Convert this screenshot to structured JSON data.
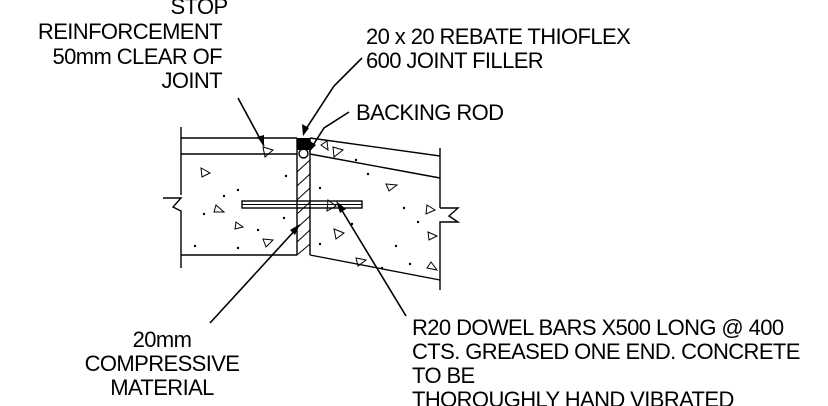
{
  "labels": {
    "stop_reinforcement": [
      "STOP",
      "REINFORCEMENT",
      "50mm CLEAR OF",
      "JOINT"
    ],
    "rebate": [
      "20 x 20 REBATE THIOFLEX",
      "600 JOINT FILLER"
    ],
    "backing_rod": [
      "BACKING ROD"
    ],
    "compressive_material": [
      "20mm",
      "COMPRESSIVE",
      "MATERIAL"
    ],
    "dowel_bars": [
      "R20 DOWEL BARS X500 LONG @ 400",
      "CTS. GREASED ONE END. CONCRETE",
      "TO BE",
      "THOROUGHLY HAND VIBRATED"
    ]
  },
  "style": {
    "ink": "#000000",
    "paper": "#ffffff"
  }
}
